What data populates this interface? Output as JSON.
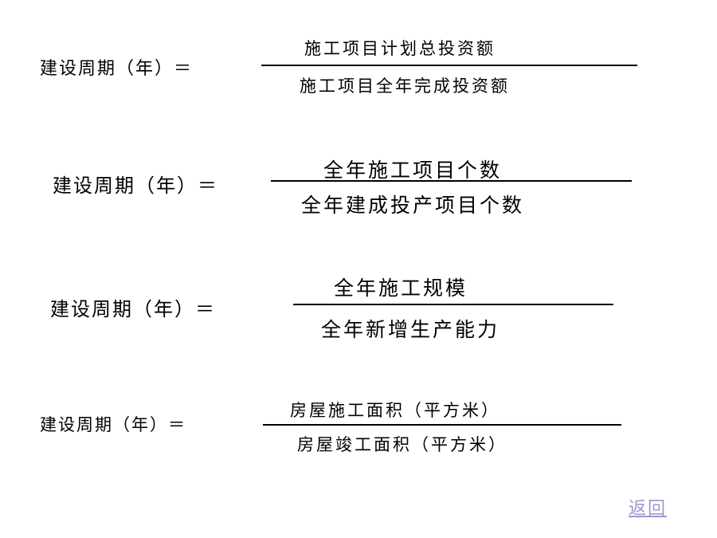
{
  "formulas": [
    {
      "lhs": "建设周期（年）＝",
      "numerator": "施工项目计划总投资额",
      "denominator": "施工项目全年完成投资额"
    },
    {
      "lhs": "建设周期（年）＝",
      "numerator": "全年施工项目个数",
      "denominator": "全年建成投产项目个数"
    },
    {
      "lhs": "建设周期（年）＝",
      "numerator": "全年施工规模",
      "denominator": "全年新增生产能力"
    },
    {
      "lhs": "建设周期（年）＝",
      "numerator": "房屋施工面积（平方米）",
      "denominator": "房屋竣工面积（平方米）"
    }
  ],
  "back_link": "返回"
}
